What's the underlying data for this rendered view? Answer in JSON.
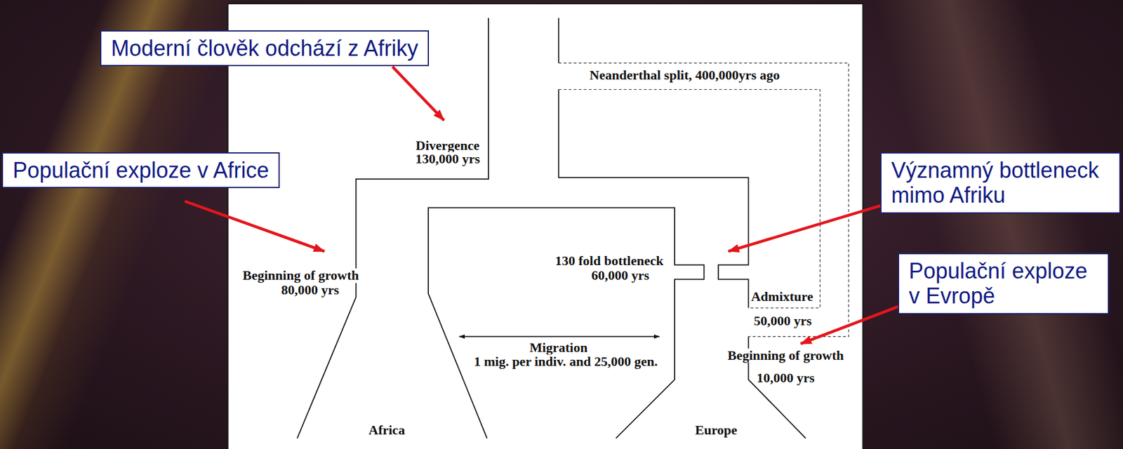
{
  "diagram": {
    "nodes": [
      {
        "text": [
          "Moderní člověk odchází z Afriky"
        ]
      },
      {
        "text": [
          "Populační exploze v Africe"
        ]
      },
      {
        "text": [
          "Významný bottleneck mimo Afriku"
        ]
      },
      {
        "text": [
          "Populační exploze v Evropě"
        ]
      }
    ],
    "labels": [
      "Neanderthal split, 400,000yrs ago",
      "Divergence",
      "130,000 yrs",
      "Beginning of growth",
      "80,000 yrs",
      "130 fold bottleneck",
      "60,000 yrs",
      "Admixture",
      "50,000 yrs",
      "Migration",
      "1 mig. per indiv. and 25,000 gen.",
      "Beginning of growth",
      "10,000 yrs",
      "Africa",
      "Europe"
    ]
  }
}
